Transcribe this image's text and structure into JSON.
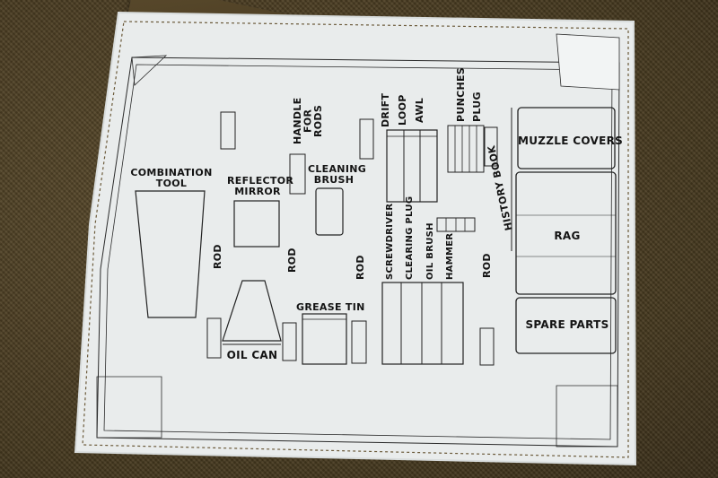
{
  "labels": {
    "combination_tool": "COMBINATION TOOL",
    "reflector_mirror": "REFLECTOR MIRROR",
    "handle_for_rods": "HANDLE FOR RODS",
    "cleaning_brush": "CLEANING BRUSH",
    "drift_loop_awl": [
      "DRIFT",
      "LOOP",
      "AWL"
    ],
    "punches": "PUNCHES",
    "plug": "PLUG",
    "history_book": "HISTORY BOOK",
    "muzzle_covers": "MUZZLE COVERS",
    "rag": "RAG",
    "spare_parts": "SPARE PARTS",
    "rod": "ROD",
    "screwdriver": "SCREWDRIVER",
    "clearing_plug": "CLEARING PLUG",
    "oil_brush": "OIL BRUSH",
    "hammer": "HAMMER",
    "grease_tin": "GREASE TIN",
    "oil_can": "OIL CAN"
  },
  "colors": {
    "fabric": "#4a3d24",
    "sheet": "#e9ecec",
    "ink": "#141414"
  }
}
